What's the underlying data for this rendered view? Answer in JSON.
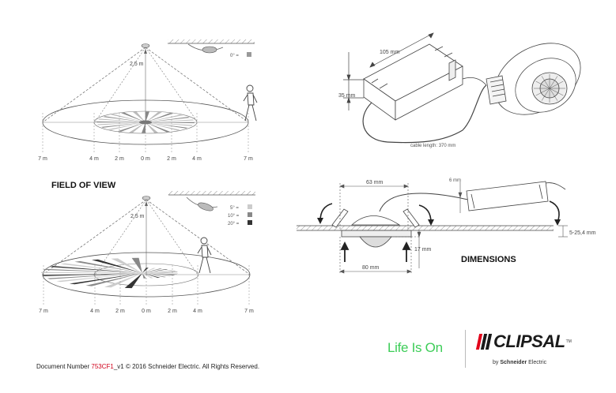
{
  "headings": {
    "field_of_view": "FIELD OF VIEW",
    "dimensions": "DIMENSIONS"
  },
  "top_fov": {
    "height_label": "2,5 m",
    "angle_legend": "0° =",
    "ticks": [
      "7 m",
      "4 m",
      "2 m",
      "0 m",
      "2 m",
      "4 m",
      "7 m"
    ]
  },
  "bottom_fov": {
    "height_label": "2,5 m",
    "angle_legend": [
      "5° =",
      "10° =",
      "20° ="
    ],
    "ticks": [
      "7 m",
      "4 m",
      "2 m",
      "0 m",
      "2 m",
      "4 m",
      "7 m"
    ]
  },
  "dimensions": {
    "length": "105 mm",
    "height": "35 mm",
    "cable": "cable length: 370 mm",
    "width_top": "63 mm",
    "cable_dia": "6 mm",
    "recess": "17 mm",
    "width_bottom": "80 mm",
    "ceiling": "5-25,4 mm"
  },
  "footer": {
    "prefix": "Document Number",
    "doc_number": "753CF1",
    "suffix": "_v1 © 2016 Schneider Electric. All Rights Reserved."
  },
  "brand": {
    "life_is_on": "Life Is On",
    "clipsal": "CLIPSAL",
    "by": "by",
    "schneider": "Schneider",
    "electric": "Electric",
    "clipsal_bar_colors": [
      "#e2001a",
      "#1a1a1a",
      "#1a1a1a"
    ],
    "life_color": "#3dcd58"
  },
  "legend_colors": {
    "deg0": "#999999",
    "deg5": "#cccccc",
    "deg10": "#888888",
    "deg20": "#333333"
  }
}
